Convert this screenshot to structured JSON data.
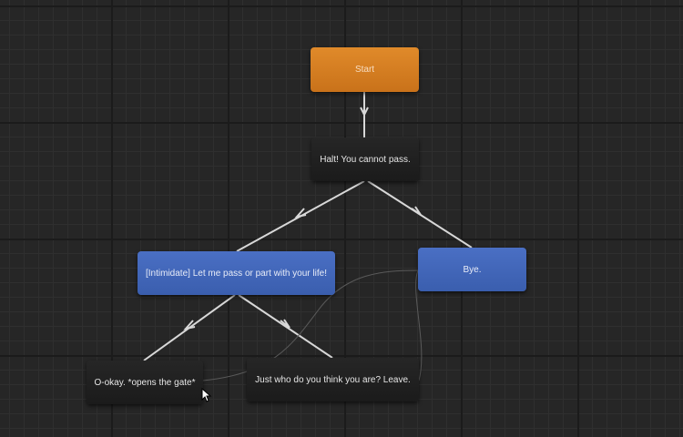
{
  "nodes": {
    "start": "Start",
    "halt": "Halt! You cannot pass.",
    "intimidate": "[Intimidate] Let me pass or part with your life!",
    "bye": "Bye.",
    "okay": "O-okay. *opens the gate*",
    "just_who": "Just who do you think you are? Leave."
  },
  "colors": {
    "start": "#d97f1e",
    "player": "#3f63b5",
    "npc": "#1e1e1e",
    "edge": "#d8d8d8"
  }
}
